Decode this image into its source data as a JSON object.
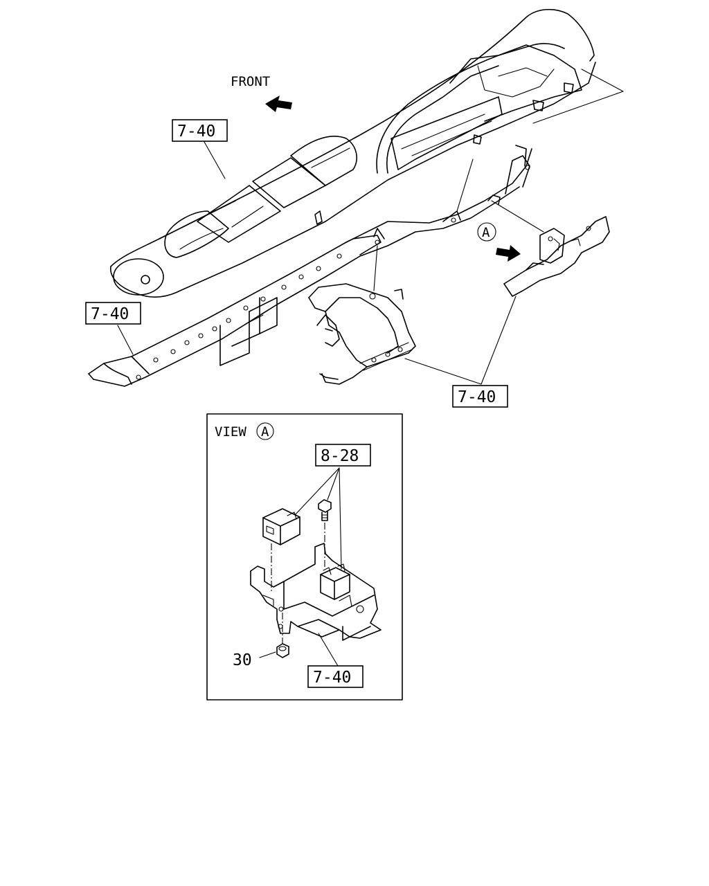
{
  "labels": {
    "front": "FRONT",
    "callout_a": "A",
    "view_title": "VIEW",
    "view_letter": "A",
    "ref_7_40_top": "7-40",
    "ref_7_40_left": "7-40",
    "ref_7_40_right": "7-40",
    "ref_8_28": "8-28",
    "ref_7_40_view": "7-40",
    "part_30": "30"
  }
}
